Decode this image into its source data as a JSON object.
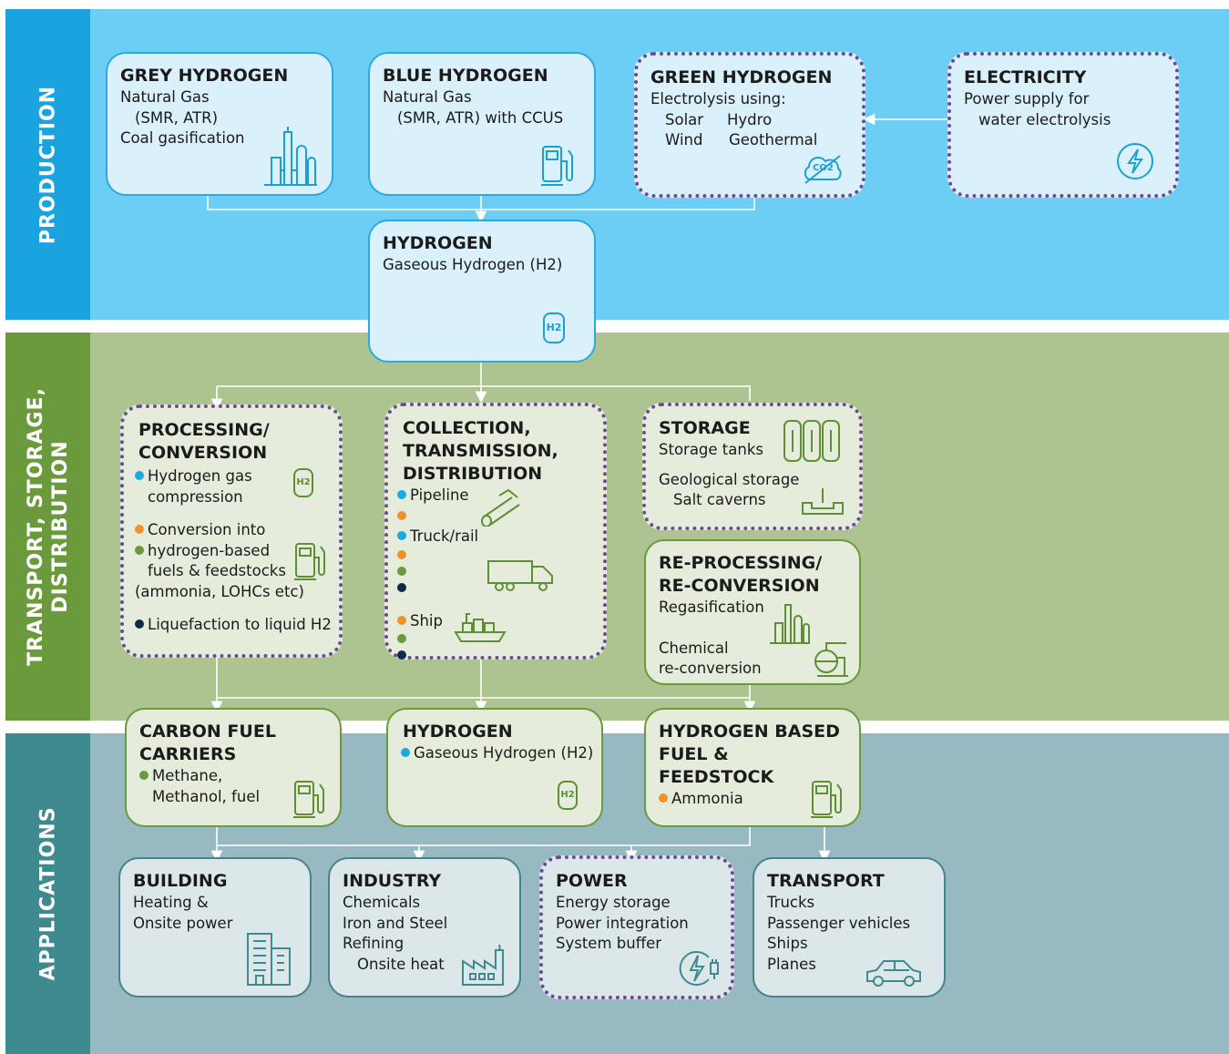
{
  "bands": {
    "production": "PRODUCTION",
    "transport_line1": "TRANSPORT, STORAGE,",
    "transport_line2": "DISTRIBUTION",
    "applications": "APPLICATIONS"
  },
  "colors": {
    "production_bg": "#6dcef5",
    "production_label": "#1aa3df",
    "transport_bg": "#adc491",
    "transport_label": "#6a9a3c",
    "applications_bg": "#97b9c1",
    "applications_label": "#3e8a8e",
    "dot_blue": "#1ea9e1",
    "dot_orange": "#f0922b",
    "dot_green": "#6a9a3c",
    "dot_navy": "#0d2c4a",
    "dotted_border": "#6d4a94"
  },
  "production": {
    "grey": {
      "title": "GREY HYDROGEN",
      "l1": "Natural Gas",
      "l2": "(SMR, ATR)",
      "l3": "Coal gasification",
      "icon": "refinery-icon"
    },
    "blue": {
      "title": "BLUE HYDROGEN",
      "l1": "Natural Gas",
      "l2": "(SMR, ATR) with CCUS",
      "icon": "fuel-pump-icon"
    },
    "green": {
      "title": "GREEN HYDROGEN",
      "l1": "Electrolysis using:",
      "c1a": "Solar",
      "c1b": "Hydro",
      "c2a": "Wind",
      "c2b": "Geothermal",
      "icon_text": "CO2",
      "icon": "no-co2-icon"
    },
    "electricity": {
      "title": "ELECTRICITY",
      "l1": "Power supply for",
      "l2": "water electrolysis",
      "icon": "lightning-icon"
    },
    "hydrogen": {
      "title": "HYDROGEN",
      "l1": "Gaseous Hydrogen (H2)",
      "icon_text": "H2",
      "icon": "hydrogen-tank-icon"
    }
  },
  "transport": {
    "processing": {
      "title1": "PROCESSING/",
      "title2": "CONVERSION",
      "i1a": "Hydrogen gas",
      "i1b": "compression",
      "i2a": "Conversion into",
      "i2b": "hydrogen-based",
      "i2c": "fuels & feedstocks",
      "i2d": "(ammonia, LOHCs etc)",
      "i3": "Liquefaction to liquid H2"
    },
    "collection": {
      "title1": "COLLECTION,",
      "title2": "TRANSMISSION,",
      "title3": "DISTRIBUTION",
      "pipeline": "Pipeline",
      "truck": "Truck/rail",
      "ship": "Ship"
    },
    "storage": {
      "title": "STORAGE",
      "l1": "Storage tanks",
      "l2": "Geological storage",
      "l3": "Salt caverns"
    },
    "reprocessing": {
      "title1": "RE-PROCESSING/",
      "title2": "RE-CONVERSION",
      "l1": "Regasification",
      "l2": "Chemical",
      "l3": "re-conversion"
    }
  },
  "applications": {
    "carbon": {
      "title1": "CARBON FUEL",
      "title2": "CARRIERS",
      "l1": "Methane,",
      "l2": "Methanol, fuel"
    },
    "hydrogen": {
      "title": "HYDROGEN",
      "l1": "Gaseous Hydrogen (H2)"
    },
    "hbased": {
      "title1": "HYDROGEN BASED",
      "title2": "FUEL & FEEDSTOCK",
      "l1": "Ammonia"
    },
    "building": {
      "title": "BUILDING",
      "l1": "Heating &",
      "l2": "Onsite power"
    },
    "industry": {
      "title": "INDUSTRY",
      "l1": "Chemicals",
      "l2": "Iron and Steel",
      "l3": "Refining",
      "l4": "Onsite heat"
    },
    "power": {
      "title": "POWER",
      "l1": "Energy storage",
      "l2": "Power integration",
      "l3": "System buffer"
    },
    "transport": {
      "title": "TRANSPORT",
      "l1": "Trucks",
      "l2": "Passenger vehicles",
      "l3": "Ships",
      "l4": "Planes"
    }
  }
}
